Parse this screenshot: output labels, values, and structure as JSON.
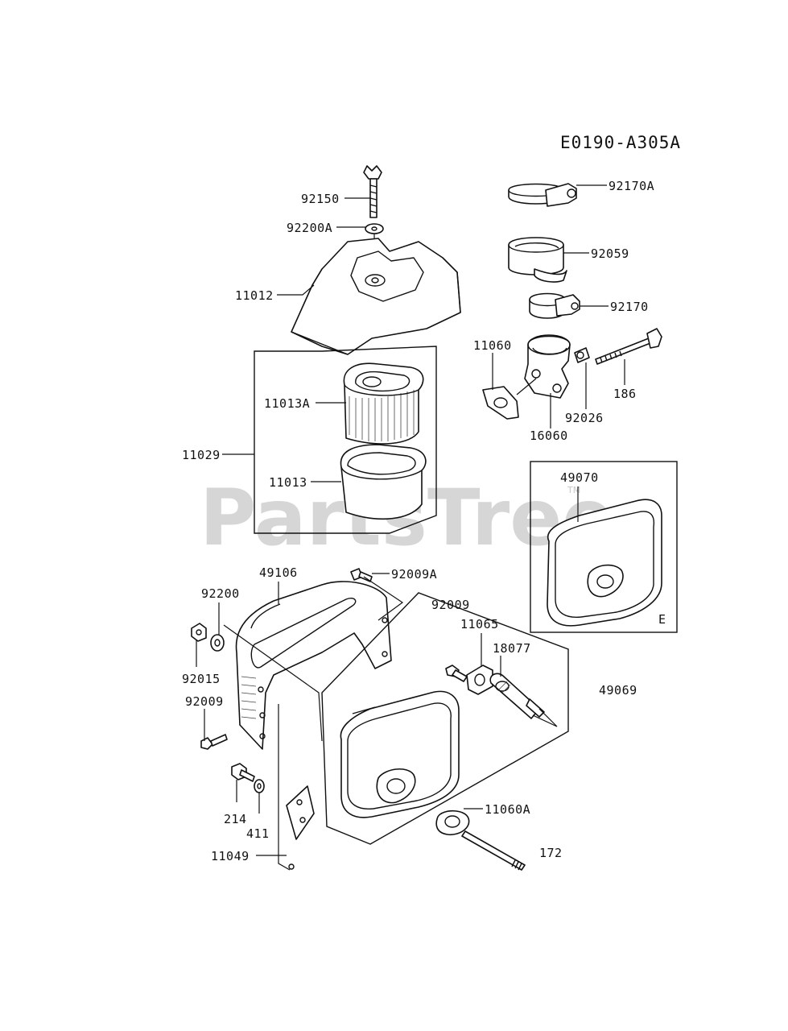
{
  "diagram": {
    "code": "E0190-A305A",
    "watermark": "PartsTree",
    "watermark_tm": "TM",
    "inset_letter": "E"
  },
  "labels": {
    "p92150": "92150",
    "p92200A": "92200A",
    "p11012": "11012",
    "p11013A": "11013A",
    "p11029": "11029",
    "p11013": "11013",
    "p92170A": "92170A",
    "p92059": "92059",
    "p92170": "92170",
    "p11060": "11060",
    "p186": "186",
    "p92026": "92026",
    "p16060": "16060",
    "p49070": "49070",
    "p49106": "49106",
    "p92009A": "92009A",
    "p92200": "92200",
    "p92009top": "92009",
    "p11065": "11065",
    "p18077": "18077",
    "p92015": "92015",
    "p49069": "49069",
    "p92009left": "92009",
    "p214": "214",
    "p411": "411",
    "p11060A": "11060A",
    "p172": "172",
    "p11049": "11049"
  }
}
